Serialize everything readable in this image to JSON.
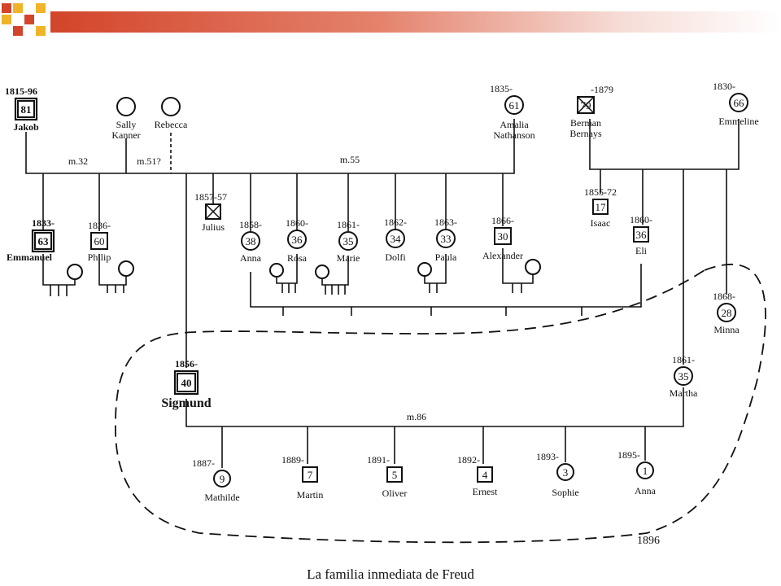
{
  "header": {
    "colors": [
      "#d2452a",
      "#f0b429"
    ]
  },
  "caption": "La familia inmediata de Freud",
  "group_year": "1896",
  "people": {
    "jakob": {
      "years": "1815-96",
      "age": "81",
      "name": "Jakob"
    },
    "sally": {
      "name": "Sally",
      "name2": "Kanner"
    },
    "rebecca": {
      "name": "Rebecca"
    },
    "amalia": {
      "years": "1835-",
      "age": "61",
      "name": "Amalia",
      "name2": "Nathanson"
    },
    "berman": {
      "years": "-1879",
      "age": "79",
      "name": "Berman",
      "name2": "Bernays"
    },
    "emmeline": {
      "years": "1830-",
      "age": "66",
      "name": "Emmeline"
    },
    "emmanuel": {
      "years": "1833-",
      "age": "63",
      "name": "Emmanuel"
    },
    "philip": {
      "years": "1836-",
      "age": "60",
      "name": "Philip"
    },
    "julius": {
      "years": "1857-57",
      "name": "Julius"
    },
    "anna_sister": {
      "years": "1858-",
      "age": "38",
      "name": "Anna"
    },
    "rosa": {
      "years": "1860-",
      "age": "36",
      "name": "Rosa"
    },
    "marie": {
      "years": "1861-",
      "age": "35",
      "name": "Marie"
    },
    "dolfi": {
      "years": "1862-",
      "age": "34",
      "name": "Dolfi"
    },
    "paula": {
      "years": "1863-",
      "age": "33",
      "name": "Paula"
    },
    "alexander": {
      "years": "1866-",
      "age": "30",
      "name": "Alexander"
    },
    "isaac": {
      "years": "1855-72",
      "age": "17",
      "name": "Isaac"
    },
    "eli": {
      "years": "1860-",
      "age": "36",
      "name": "Eli"
    },
    "minna": {
      "years": "1868-",
      "age": "28",
      "name": "Minna"
    },
    "sigmund": {
      "years": "1856-",
      "age": "40",
      "name": "Sigmund"
    },
    "martha": {
      "years": "1861-",
      "age": "35",
      "name": "Martha"
    },
    "mathilde": {
      "years": "1887-",
      "age": "9",
      "name": "Mathilde"
    },
    "martin": {
      "years": "1889-",
      "age": "7",
      "name": "Martin"
    },
    "oliver": {
      "years": "1891-",
      "age": "5",
      "name": "Oliver"
    },
    "ernest": {
      "years": "1892-",
      "age": "4",
      "name": "Ernest"
    },
    "sophie": {
      "years": "1893-",
      "age": "3",
      "name": "Sophie"
    },
    "anna_daughter": {
      "years": "1895-",
      "age": "1",
      "name": "Anna"
    }
  },
  "marriages": {
    "m32": "m.32",
    "m51": "m.51?",
    "m55": "m.55",
    "m86": "m.86"
  }
}
